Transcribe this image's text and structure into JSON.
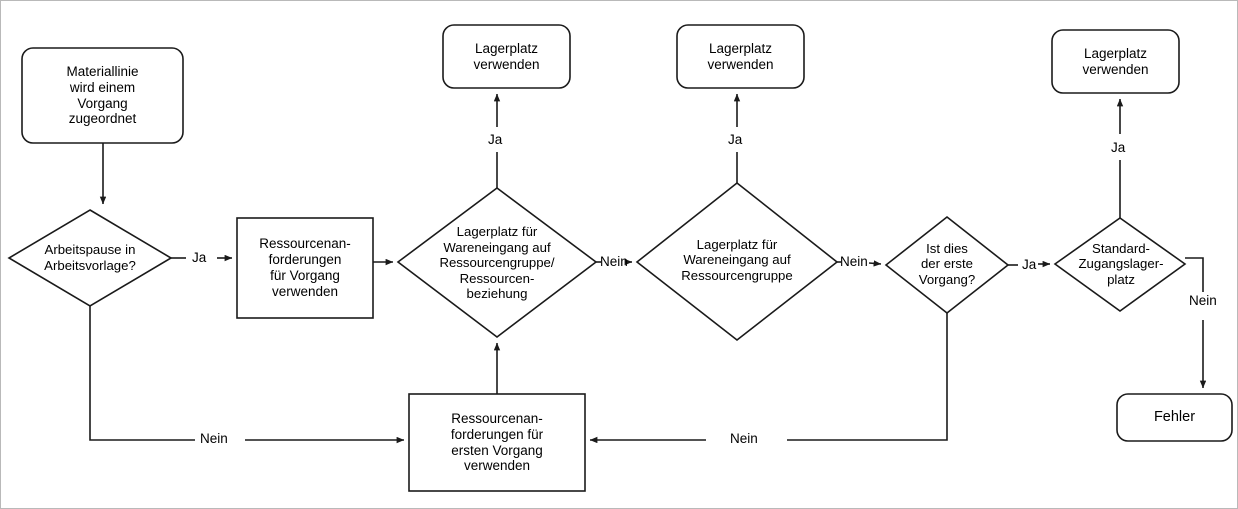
{
  "diagram": {
    "title": "Lagerplatzermittlung Ablaufdiagramm",
    "language": "de",
    "stroke_color": "#1a1a1a",
    "fill_color": "#ffffff",
    "border_color": "#b9b9b9",
    "nodes": [
      {
        "id": "start",
        "shape": "rounded-rect",
        "label": "Materiallinie\nwird einem\nVorgang\nzugeordnet"
      },
      {
        "id": "d1",
        "shape": "diamond",
        "label": "Arbeitspause in\nArbeitsvorlage?"
      },
      {
        "id": "proc1",
        "shape": "rect",
        "label": "Ressourcenan-\nforderungen\nfür Vorgang\nverwenden"
      },
      {
        "id": "d2",
        "shape": "diamond",
        "label": "Lagerplatz für\nWareneingang auf\nRessourcengruppe/\nRessourcen-\nbeziehung"
      },
      {
        "id": "d3",
        "shape": "diamond",
        "label": "Lagerplatz für\nWareneingang auf\nRessourcengruppe"
      },
      {
        "id": "d4",
        "shape": "diamond",
        "label": "Ist dies\nder erste\nVorgang?"
      },
      {
        "id": "d5",
        "shape": "diamond",
        "label": "Standard-\nZugangslager-\nplatz"
      },
      {
        "id": "out1",
        "shape": "rounded-rect",
        "label": "Lagerplatz\nverwenden"
      },
      {
        "id": "out2",
        "shape": "rounded-rect",
        "label": "Lagerplatz\nverwenden"
      },
      {
        "id": "out3",
        "shape": "rounded-rect",
        "label": "Lagerplatz\nverwenden"
      },
      {
        "id": "proc2",
        "shape": "rect",
        "label": "Ressourcenan-\nforderungen für\nersten Vorgang\nverwenden"
      },
      {
        "id": "fehler",
        "shape": "rounded-rect",
        "label": "Fehler"
      }
    ],
    "edge_labels": [
      {
        "id": "e-d1-ja",
        "text": "Ja",
        "from": "d1",
        "to": "proc1"
      },
      {
        "id": "e-d1-nein",
        "text": "Nein",
        "from": "d1",
        "to": "proc2"
      },
      {
        "id": "e-d2-ja",
        "text": "Ja",
        "from": "d2",
        "to": "out1"
      },
      {
        "id": "e-d2-nein",
        "text": "Nein",
        "from": "d2",
        "to": "d3"
      },
      {
        "id": "e-d3-ja",
        "text": "Ja",
        "from": "d3",
        "to": "out2"
      },
      {
        "id": "e-d3-nein",
        "text": "Nein",
        "from": "d3",
        "to": "d4"
      },
      {
        "id": "e-d4-ja",
        "text": "Ja",
        "from": "d4",
        "to": "d5"
      },
      {
        "id": "e-d4-nein",
        "text": "Nein",
        "from": "d4",
        "to": "proc2"
      },
      {
        "id": "e-d5-ja",
        "text": "Ja",
        "from": "d5",
        "to": "out3"
      },
      {
        "id": "e-d5-nein",
        "text": "Nein",
        "from": "d5",
        "to": "fehler"
      }
    ]
  }
}
